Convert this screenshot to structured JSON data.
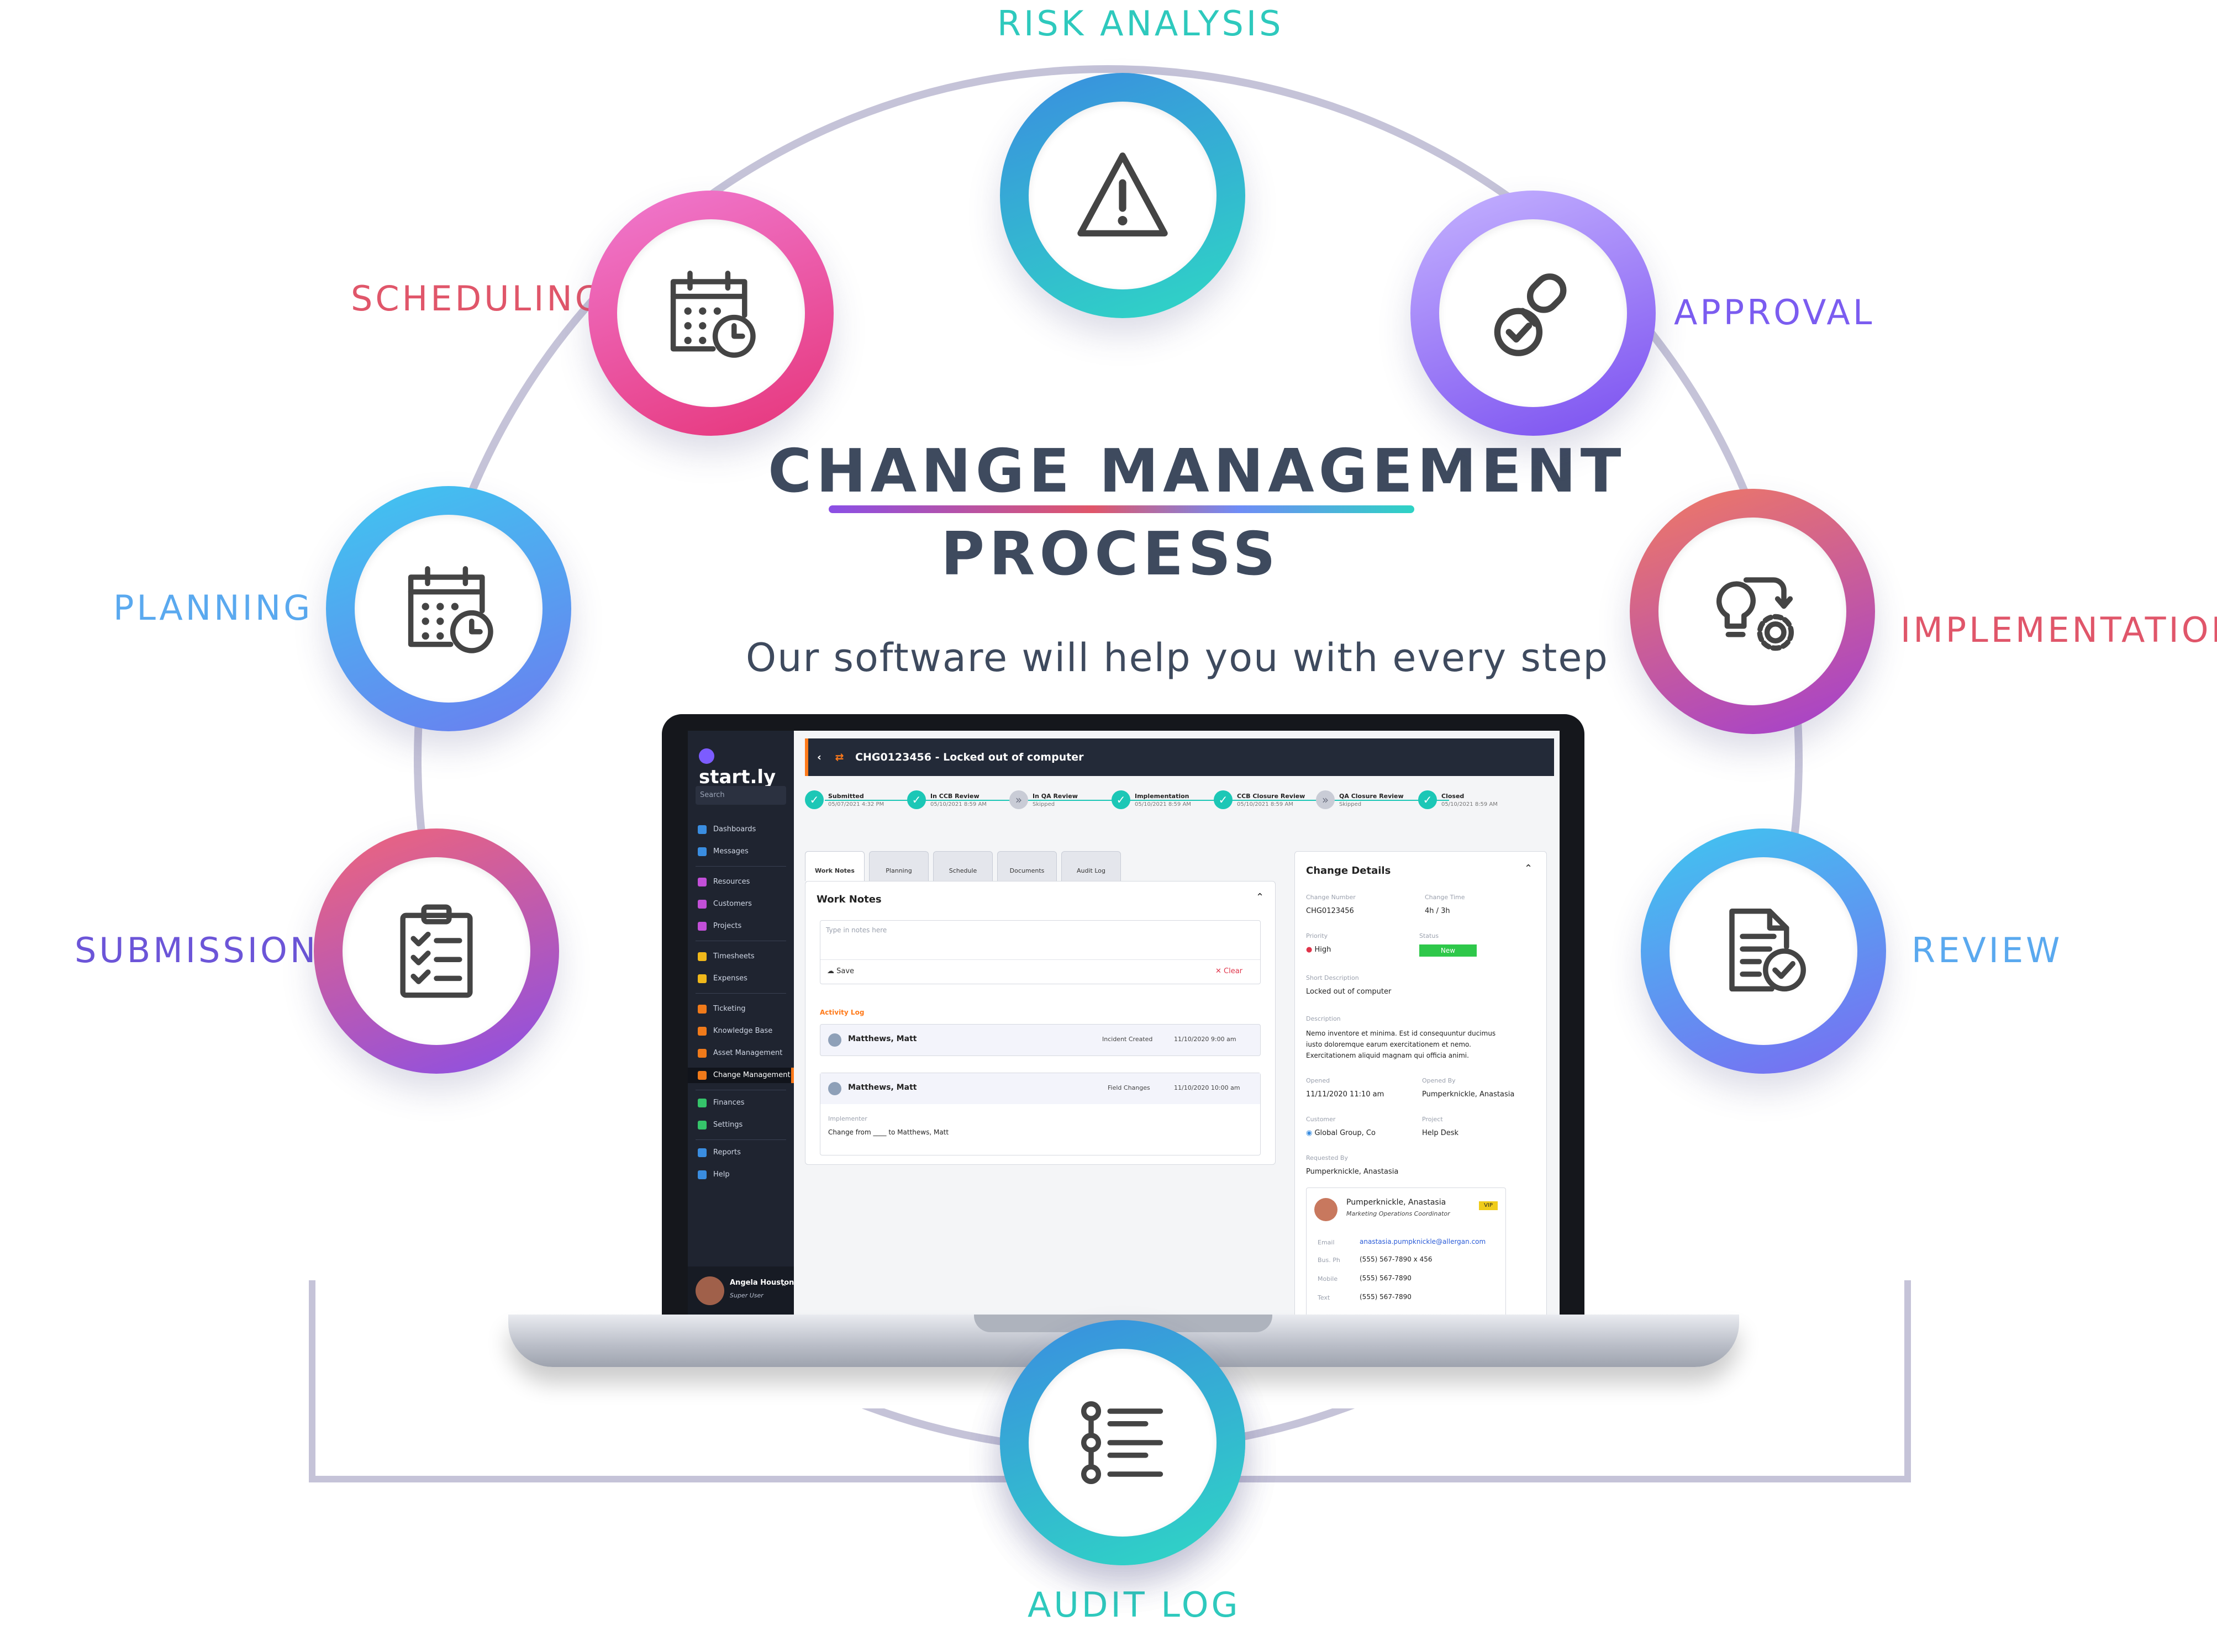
{
  "diagram": {
    "title_line1": "CHANGE MANAGEMENT",
    "title_line2": "PROCESS",
    "subtitle": "Our software will help you with every step",
    "stages": [
      {
        "label": "RISK ANALYSIS",
        "color": "#2ec9bd",
        "icon": "warning-icon"
      },
      {
        "label": "APPROVAL",
        "color": "#7b5cf0",
        "icon": "stamp-icon"
      },
      {
        "label": "IMPLEMENTATION",
        "color": "#e0566a",
        "icon": "idea-gear-icon"
      },
      {
        "label": "REVIEW",
        "color": "#5aa9ef",
        "icon": "document-check-icon"
      },
      {
        "label": "AUDIT LOG",
        "color": "#2ec9bd",
        "icon": "timeline-list-icon"
      },
      {
        "label": "SUBMISSION",
        "color": "#6c55d8",
        "icon": "clipboard-checklist-icon"
      },
      {
        "label": "PLANNING",
        "color": "#5aa9ef",
        "icon": "calendar-clock-icon"
      },
      {
        "label": "SCHEDULING",
        "color": "#e0566a",
        "icon": "calendar-clock-icon"
      }
    ]
  },
  "app": {
    "logo": "start.ly",
    "search_placeholder": "Search",
    "nav": [
      "Dashboards",
      "Messages",
      "Resources",
      "Customers",
      "Projects",
      "Timesheets",
      "Expenses",
      "Ticketing",
      "Knowledge Base",
      "Asset Management",
      "Change Management",
      "Finances",
      "Settings",
      "Reports",
      "Help"
    ],
    "user": {
      "name": "Angela Houston",
      "role": "Super User"
    },
    "header_title": "CHG0123456 - Locked out of computer",
    "workflow": [
      {
        "name": "Submitted",
        "time": "05/07/2021 4:32 PM",
        "state": "done"
      },
      {
        "name": "In CCB Review",
        "time": "05/10/2021 8:59 AM",
        "state": "done"
      },
      {
        "name": "In QA Review",
        "time": "Skipped",
        "state": "skipped"
      },
      {
        "name": "Implementation",
        "time": "05/10/2021 8:59 AM",
        "state": "done"
      },
      {
        "name": "CCB Closure Review",
        "time": "05/10/2021 8:59 AM",
        "state": "done"
      },
      {
        "name": "QA Closure Review",
        "time": "Skipped",
        "state": "skipped"
      },
      {
        "name": "Closed",
        "time": "05/10/2021 8:59 AM",
        "state": "done"
      }
    ],
    "tabs": [
      "Work Notes",
      "Planning",
      "Schedule",
      "Documents",
      "Audit Log"
    ],
    "work_notes": {
      "heading": "Work Notes",
      "placeholder": "Type in notes here",
      "save": "Save",
      "clear": "Clear",
      "activity_heading": "Activity Log",
      "entries": [
        {
          "who": "Matthews, Matt",
          "what": "Incident Created",
          "when": "11/10/2020  9:00 am"
        },
        {
          "who": "Matthews, Matt",
          "what": "Field Changes",
          "when": "11/10/2020  10:00 am",
          "field": "Implementer",
          "change": "Change from ____ to Matthews, Matt"
        }
      ]
    },
    "details": {
      "heading": "Change Details",
      "change_number_label": "Change Number",
      "change_number": "CHG0123456",
      "change_time_label": "Change Time",
      "change_time": "4h / 3h",
      "priority_label": "Priority",
      "priority": "High",
      "status_label": "Status",
      "status": "New",
      "short_desc_label": "Short Description",
      "short_desc": "Locked out of computer",
      "desc_label": "Description",
      "desc_lines": [
        "Nemo inventore et minima. Est id consequuntur ducimus",
        "iusto doloremque earum exercitationem et nemo.",
        "Exercitationem aliquid magnam qui officia animi."
      ],
      "opened_label": "Opened",
      "opened": "11/11/2020 11:10 am",
      "opened_by_label": "Opened By",
      "opened_by": "Pumperknickle, Anastasia",
      "customer_label": "Customer",
      "customer": "Global Group, Co",
      "project_label": "Project",
      "project": "Help Desk",
      "requested_by_label": "Requested By",
      "requested_by": "Pumperknickle, Anastasia",
      "card": {
        "name": "Pumperknickle, Anastasia",
        "badge": "VIP",
        "title": "Marketing Operations Coordinator",
        "email_label": "Email",
        "email": "anastasia.pumpknickle@allergan.com",
        "bus_label": "Bus. Ph",
        "bus": "(555) 567-7890 x 456",
        "mobile_label": "Mobile",
        "mobile": "(555) 567-7890",
        "text_label": "Text",
        "text": "(555) 567-7890"
      }
    }
  }
}
